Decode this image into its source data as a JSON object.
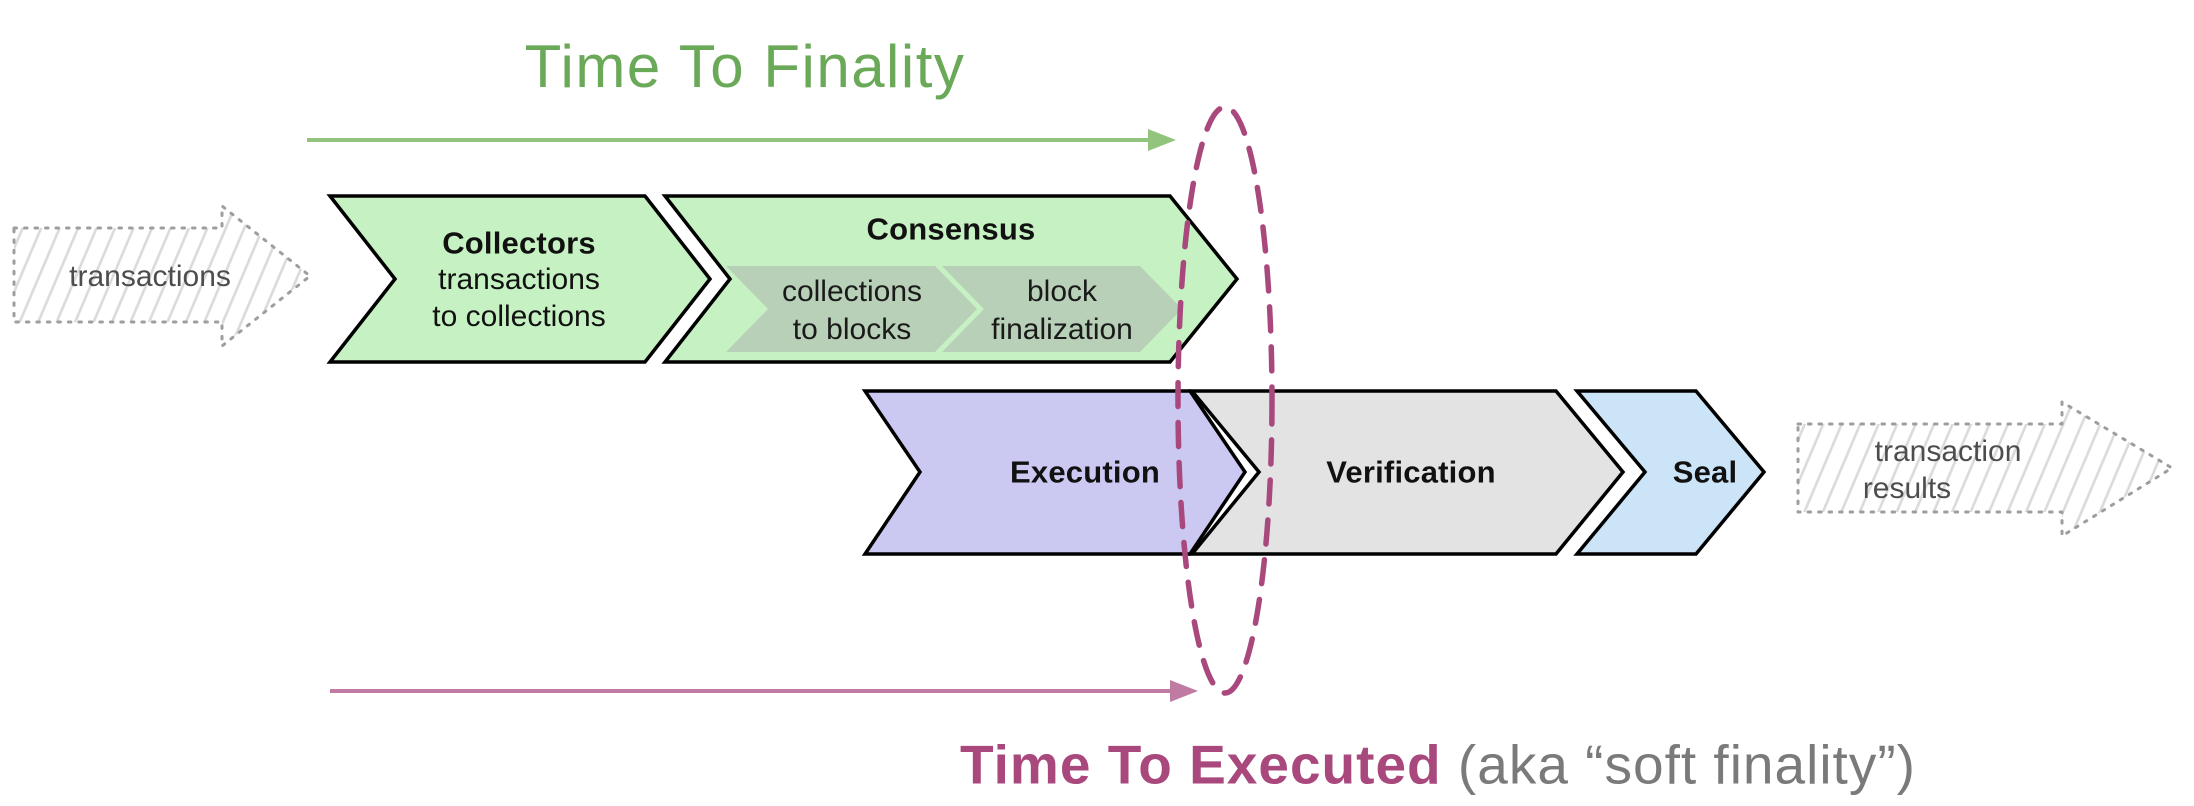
{
  "title": {
    "text": "Time To Finality",
    "color": "#69a957"
  },
  "footer": {
    "highlight": "Time To Executed",
    "suffix": "(aka “soft finality”)",
    "highlight_color": "#a8487c",
    "suffix_color": "#7a7a7a"
  },
  "arrows": {
    "input_label": "transactions",
    "output_label_line1": "transaction",
    "output_label_line2": "results",
    "finality_arrow_color": "#93c47d",
    "executed_arrow_color": "#c07ba2"
  },
  "ellipse": {
    "color": "#a8487c"
  },
  "stages": {
    "collectors": {
      "title": "Collectors",
      "line1": "transactions",
      "line2": "to collections",
      "fill": "#c6f1c2"
    },
    "consensus": {
      "title": "Consensus",
      "fill": "#c6f1c2",
      "sub1": {
        "line1": "collections",
        "line2": "to blocks",
        "fill": "#b8d0b7"
      },
      "sub2": {
        "line1": "block",
        "line2": "finalization",
        "fill": "#b8d0b7"
      }
    },
    "execution": {
      "title": "Execution",
      "fill": "#cbc8f2"
    },
    "verification": {
      "title": "Verification",
      "fill": "#e3e3e3"
    },
    "seal": {
      "title": "Seal",
      "fill": "#cce4f8"
    }
  }
}
